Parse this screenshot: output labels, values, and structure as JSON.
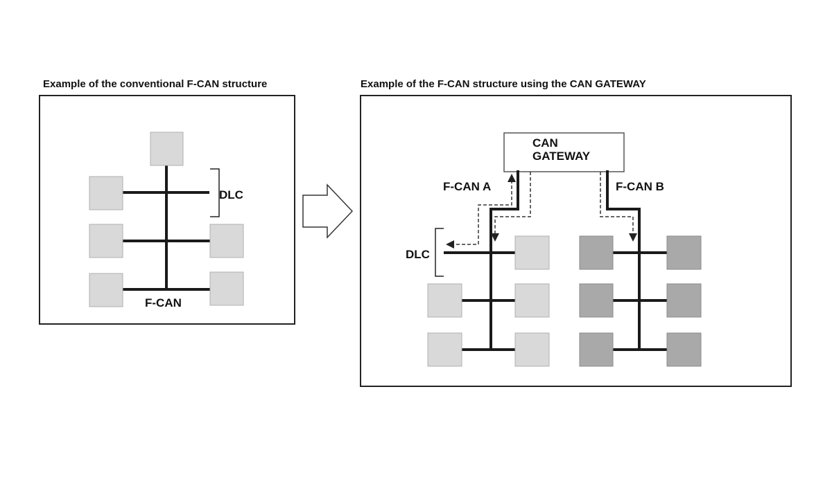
{
  "left_panel": {
    "title": "Example of the conventional F-CAN structure",
    "bus_label": "F-CAN",
    "dlc_label": "DLC"
  },
  "right_panel": {
    "title": "Example of the F-CAN structure using the CAN GATEWAY",
    "gateway_label_line1": "CAN",
    "gateway_label_line2": "GATEWAY",
    "bus_a_label": "F-CAN A",
    "bus_b_label": "F-CAN B",
    "dlc_label": "DLC"
  },
  "colors": {
    "unit_light": "#d9d9d9",
    "unit_dark": "#a9a9a9",
    "bus": "#1a1a1a",
    "frame": "#222222"
  }
}
